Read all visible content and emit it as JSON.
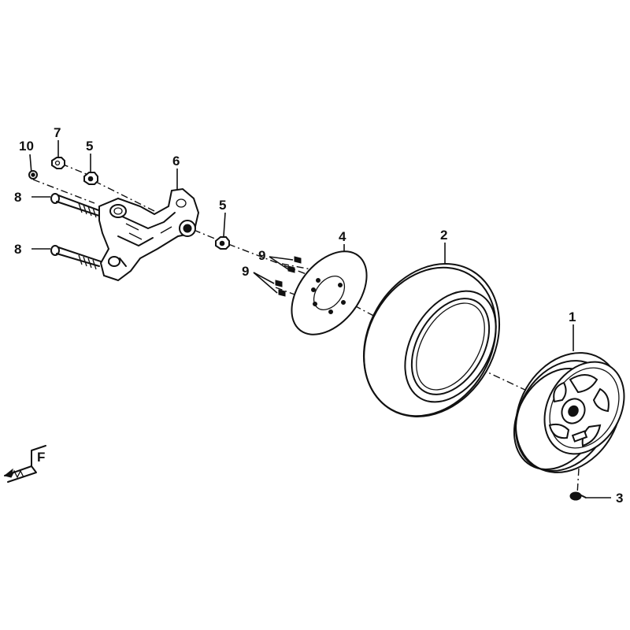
{
  "diagram": {
    "callouts": [
      {
        "id": "c10",
        "text": "10"
      },
      {
        "id": "c7",
        "text": "7"
      },
      {
        "id": "c5a",
        "text": "5"
      },
      {
        "id": "c6",
        "text": "6"
      },
      {
        "id": "c8a",
        "text": "8"
      },
      {
        "id": "c5b",
        "text": "5"
      },
      {
        "id": "c8b",
        "text": "8"
      },
      {
        "id": "c9a",
        "text": "9"
      },
      {
        "id": "c9b",
        "text": "9"
      },
      {
        "id": "c4",
        "text": "4"
      },
      {
        "id": "c2",
        "text": "2"
      },
      {
        "id": "c1",
        "text": "1"
      },
      {
        "id": "c3",
        "text": "3"
      }
    ],
    "front_marker": "F"
  }
}
